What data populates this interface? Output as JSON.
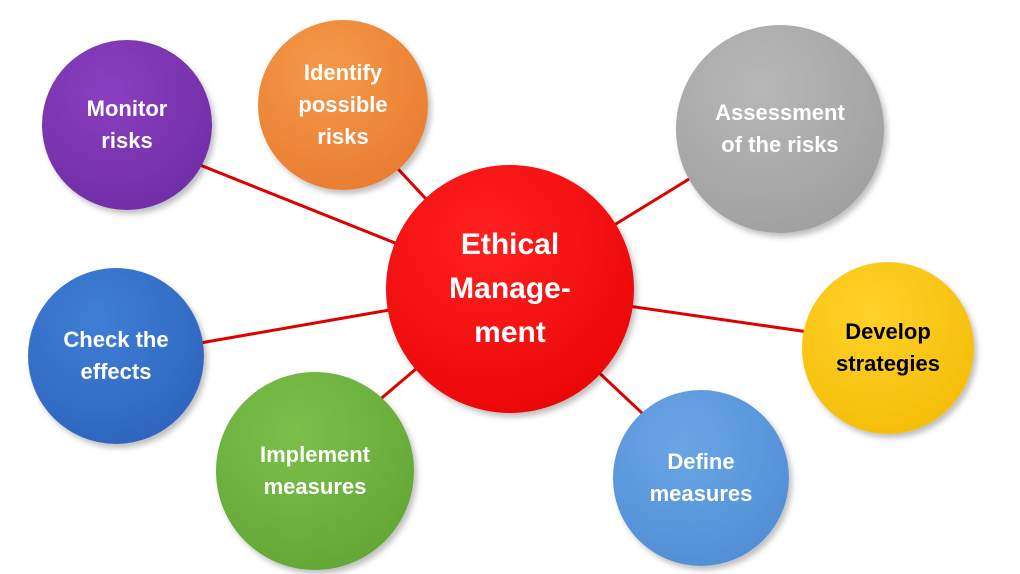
{
  "diagram": {
    "center": {
      "line1": "Ethical",
      "line2": "Manage-",
      "line3": "ment"
    },
    "nodes": {
      "monitor": {
        "line1": "Monitor",
        "line2": "risks"
      },
      "identify": {
        "line1": "Identify",
        "line2": "possible",
        "line3": "risks"
      },
      "assess": {
        "line1": "Assessment",
        "line2": "of the risks"
      },
      "check": {
        "line1": "Check the",
        "line2": "effects"
      },
      "develop": {
        "line1": "Develop",
        "line2": "strategies"
      },
      "implement": {
        "line1": "Implement",
        "line2": "measures"
      },
      "define": {
        "line1": "Define",
        "line2": "measures"
      }
    },
    "colors": {
      "connector": "#e00000",
      "monitor": "#6a2a9f",
      "identify": "#e6752a",
      "assess": "#9a9a9a",
      "center": "#e60000",
      "check": "#2a5fb8",
      "develop": "#f2b800",
      "implement": "#5ea032",
      "define": "#4b88d0"
    }
  }
}
